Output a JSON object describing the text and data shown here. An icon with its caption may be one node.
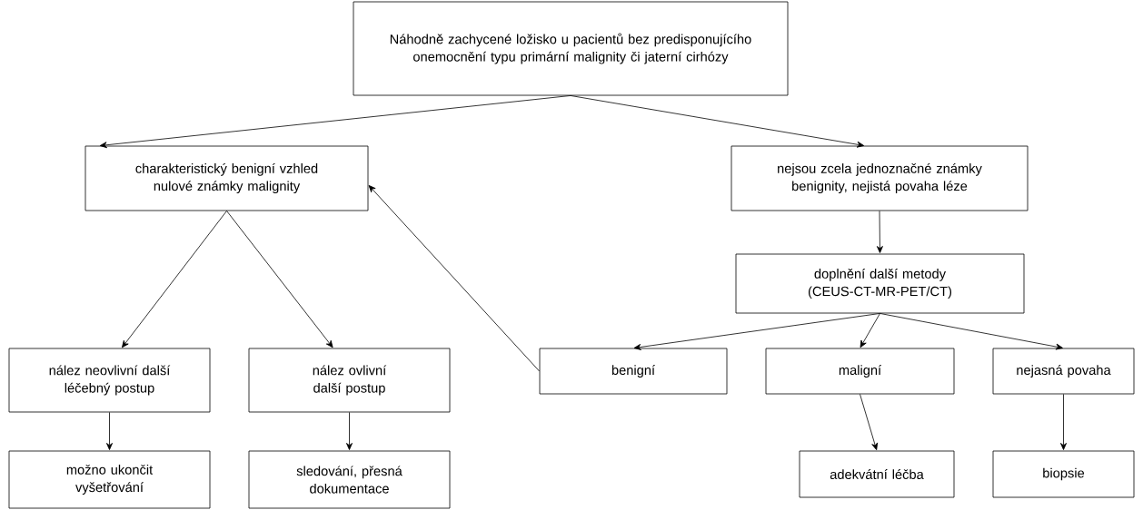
{
  "diagram": {
    "nodes": [
      {
        "text": [
          "Náhodně zachycené ložisko u pacientů bez predisponujícího onemocnění typu primární malignity či jaterní cirhózy"
        ]
      },
      {
        "text": [
          "charakteristický benigní vzhled nulové známky malignity"
        ]
      },
      {
        "text": [
          "nejsou zcela jednoznačné známky benignity, nejistá povaha léze"
        ]
      },
      {
        "text": [
          "doplnění další metody (CEUS-CT-MR-PET/CT)"
        ]
      },
      {
        "text": [
          "nález neovlivní další léčebný postup"
        ]
      },
      {
        "text": [
          "nález ovlivní další postup"
        ]
      },
      {
        "text": [
          "benigní"
        ]
      },
      {
        "text": [
          "maligní"
        ]
      },
      {
        "text": [
          "nejasná povaha"
        ]
      },
      {
        "text": [
          "možno ukončit vyšetřování"
        ]
      },
      {
        "text": [
          "sledování, přesná dokumentace"
        ]
      },
      {
        "text": [
          "adekvátní léčba"
        ]
      },
      {
        "text": [
          "biopsie"
        ]
      }
    ],
    "edges": [
      {
        "from": 0,
        "to": 1,
        "arrow": "to"
      },
      {
        "from": 0,
        "to": 2,
        "arrow": "to"
      },
      {
        "from": 1,
        "to": 4,
        "arrow": "to"
      },
      {
        "from": 1,
        "to": 5,
        "arrow": "to"
      },
      {
        "from": 2,
        "to": 3,
        "arrow": "to"
      },
      {
        "from": 3,
        "to": 6,
        "arrow": "to"
      },
      {
        "from": 3,
        "to": 7,
        "arrow": "to"
      },
      {
        "from": 3,
        "to": 8,
        "arrow": "to"
      },
      {
        "from": 6,
        "to": 1,
        "arrow": "to"
      },
      {
        "from": 4,
        "to": 9,
        "arrow": "to"
      },
      {
        "from": 5,
        "to": 10,
        "arrow": "to"
      },
      {
        "from": 7,
        "to": 11,
        "arrow": "to"
      },
      {
        "from": 8,
        "to": 12,
        "arrow": "to"
      }
    ]
  }
}
